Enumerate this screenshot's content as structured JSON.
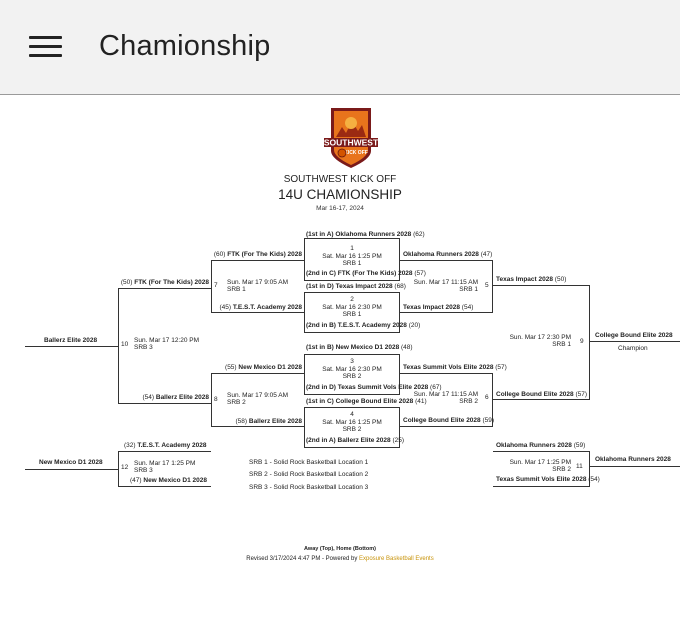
{
  "app": {
    "title": "Chamionship"
  },
  "event": {
    "logo_line1": "SOUTHWEST",
    "logo_line2": "KICK OFF",
    "org": "SOUTHWEST KICK OFF",
    "title": "14U CHAMIONSHIP",
    "dates": "Mar 16-17, 2024"
  },
  "games": {
    "g1": {
      "num": "1",
      "time": "Sat. Mar 16 1:25 PM",
      "court": "SRB 1",
      "top": "(1st in A) Oklahoma Runners 2028",
      "top_score": "(62)",
      "bottom": "(2nd in C) FTK (For The Kids) 2028",
      "bottom_score": "(57)"
    },
    "g2": {
      "num": "2",
      "time": "Sat. Mar 16 2:30 PM",
      "court": "SRB 1",
      "top": "(1st in D) Texas Impact 2028",
      "top_score": "(68)",
      "bottom": "(2nd in B) T.E.S.T. Academy 2028",
      "bottom_score": "(20)"
    },
    "g3": {
      "num": "3",
      "time": "Sat. Mar 16 2:30 PM",
      "court": "SRB 2",
      "top": "(1st in B) New Mexico D1 2028",
      "top_score": "(48)",
      "bottom": "(2nd in D) Texas Summit Vols Elite 2028",
      "bottom_score": "(67)"
    },
    "g4": {
      "num": "4",
      "time": "Sat. Mar 16 1:25 PM",
      "court": "SRB 2",
      "top": "(1st in C) College Bound Elite 2028",
      "top_score": "(41)",
      "bottom": "(2nd in A) Ballerz Elite 2028",
      "bottom_score": "(25)"
    },
    "g5": {
      "num": "5",
      "time": "Sun. Mar 17 11:15 AM",
      "court": "SRB 1",
      "top": "Oklahoma Runners 2028",
      "top_score": "(47)",
      "bottom": "Texas Impact 2028",
      "bottom_score": "(54)"
    },
    "g6": {
      "num": "6",
      "time": "Sun. Mar 17 11:15 AM",
      "court": "SRB 2",
      "top": "Texas Summit Vols Elite 2028",
      "top_score": "(57)",
      "bottom": "College Bound Elite 2028",
      "bottom_score": "(59)"
    },
    "g7": {
      "num": "7",
      "time": "Sun. Mar 17 9:05 AM",
      "court": "SRB 1",
      "top": "FTK (For The Kids) 2028",
      "top_score": "(60)",
      "bottom": "T.E.S.T. Academy 2028",
      "bottom_score": "(45)"
    },
    "g8": {
      "num": "8",
      "time": "Sun. Mar 17 9:05 AM",
      "court": "SRB 2",
      "top": "New Mexico D1 2028",
      "top_score": "(55)",
      "bottom": "Ballerz Elite 2028",
      "bottom_score": "(58)"
    },
    "g9": {
      "num": "9",
      "time": "Sun. Mar 17 2:30 PM",
      "court": "SRB 1",
      "top": "Texas Impact 2028",
      "top_score": "(50)",
      "bottom": "College Bound Elite 2028",
      "bottom_score": "(57)",
      "winner": "College Bound Elite 2028",
      "winner_label": "Champion"
    },
    "g10": {
      "num": "10",
      "time": "Sun. Mar 17 12:20 PM",
      "court": "SRB 3",
      "top": "FTK (For The Kids) 2028",
      "top_score": "(50)",
      "bottom": "Ballerz Elite 2028",
      "bottom_score": "(54)",
      "winner": "Ballerz Elite 2028"
    },
    "g11": {
      "num": "11",
      "time": "Sun. Mar 17 1:25 PM",
      "court": "SRB 2",
      "top": "Oklahoma Runners 2028",
      "top_score": "(59)",
      "bottom": "Texas Summit Vols Elite 2028",
      "bottom_score": "(54)",
      "winner": "Oklahoma Runners 2028"
    },
    "g12": {
      "num": "12",
      "time": "Sun. Mar 17 1:25 PM",
      "court": "SRB 3",
      "top": "T.E.S.T. Academy 2028",
      "top_score": "(32)",
      "bottom": "New Mexico D1 2028",
      "bottom_score": "(47)",
      "winner": "New Mexico D1 2028"
    }
  },
  "locations": [
    "SRB 1 - Solid Rock Basketball Location 1",
    "SRB 2 - Solid Rock Basketball Location 2",
    "SRB 3 - Solid Rock Basketball Location 3"
  ],
  "footer": {
    "note": "Away (Top), Home (Bottom)",
    "revised": "Revised 3/17/2024 4:47 PM - Powered by ",
    "link": "Exposure Basketball Events"
  },
  "colors": {
    "logo_orange": "#e8741c",
    "logo_maroon": "#7a1a1a",
    "link": "#c8930a"
  }
}
